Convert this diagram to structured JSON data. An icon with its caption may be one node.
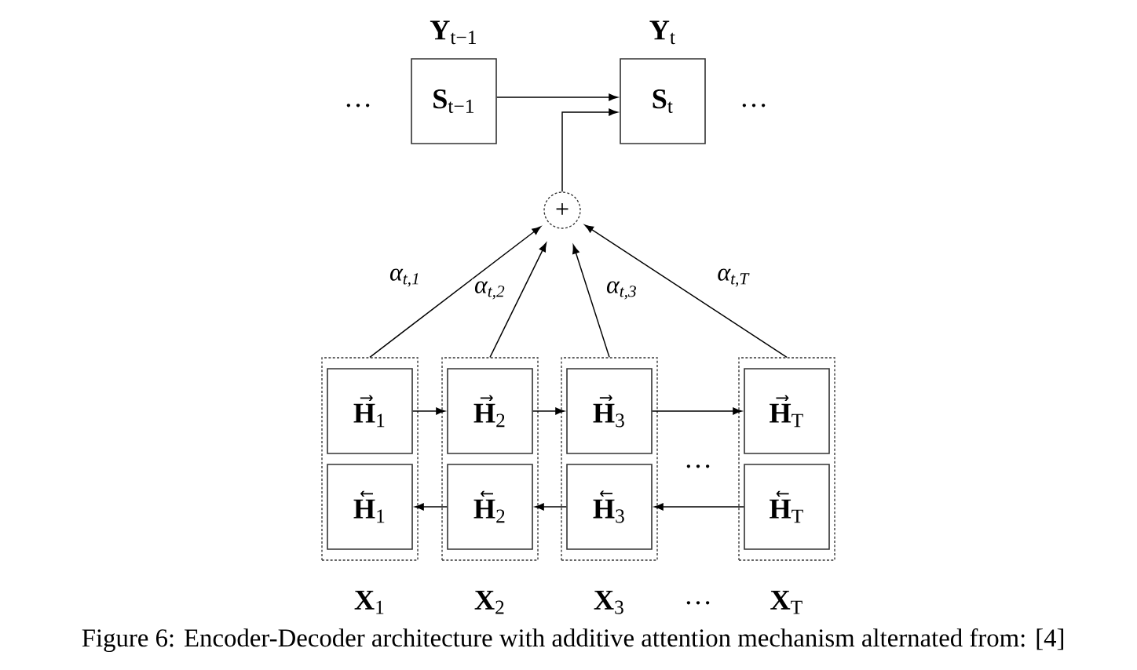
{
  "diagram": {
    "caption": "Figure 6: Encoder-Decoder architecture with additive attention mechanism alternated from: [4]",
    "nodes": [
      {
        "text": [
          "**Y**$_{t−1}$",
          "**S**$_{t−1}$"
        ]
      },
      {
        "text": [
          "**Y**$_{t}$",
          "**S**$_{t}$"
        ]
      },
      {
        "text": [
          "+"
        ]
      },
      {
        "text": [],
        "shape": "box",
        "beside": [
          "**X**$_{1}$"
        ]
      },
      {
        "text": [
          "**H⃗**$_{1}$"
        ],
        "in": 3
      },
      {
        "text": [
          "**H⃖**$_{1}$"
        ],
        "in": 3
      },
      {
        "text": [],
        "shape": "box",
        "beside": [
          "**X**$_{2}$"
        ]
      },
      {
        "text": [
          "**H⃗**$_{2}$"
        ],
        "in": 6
      },
      {
        "text": [
          "**H⃖**$_{2}$"
        ],
        "in": 6
      },
      {
        "text": [],
        "shape": "box",
        "beside": [
          "**X**$_{3}$"
        ]
      },
      {
        "text": [
          "**H⃗**$_{3}$"
        ],
        "in": 9
      },
      {
        "text": [
          "**H⃖**$_{3}$"
        ],
        "in": 9
      },
      {
        "text": [],
        "shape": "box",
        "beside": [
          "**X**$_{T}$"
        ]
      },
      {
        "text": [
          "**H⃗**$_{T}$"
        ],
        "in": 12
      },
      {
        "text": [
          "**H⃖**$_{T}$"
        ],
        "in": 12
      }
    ],
    "edges": [
      {
        "from": 0,
        "to": 1,
        "arrow": "to"
      },
      {
        "from": 2,
        "to": 1,
        "arrow": "to"
      },
      {
        "from": 3,
        "to": 2,
        "arrow": "to",
        "label": "α$_{t,1}$"
      },
      {
        "from": 6,
        "to": 2,
        "arrow": "to",
        "label": "α$_{t,2}$"
      },
      {
        "from": 9,
        "to": 2,
        "arrow": "to",
        "label": "α$_{t,3}$"
      },
      {
        "from": 12,
        "to": 2,
        "arrow": "to",
        "label": "α$_{t,T}$"
      },
      {
        "from": 4,
        "to": 7,
        "arrow": "to"
      },
      {
        "from": 7,
        "to": 10,
        "arrow": "to"
      },
      {
        "from": 10,
        "to": 13,
        "arrow": "to"
      },
      {
        "from": 14,
        "to": 11,
        "arrow": "to"
      },
      {
        "from": 11,
        "to": 8,
        "arrow": "to"
      },
      {
        "from": 8,
        "to": 5,
        "arrow": "to"
      }
    ],
    "labels": [
      "…",
      "…",
      "…",
      "…"
    ]
  }
}
